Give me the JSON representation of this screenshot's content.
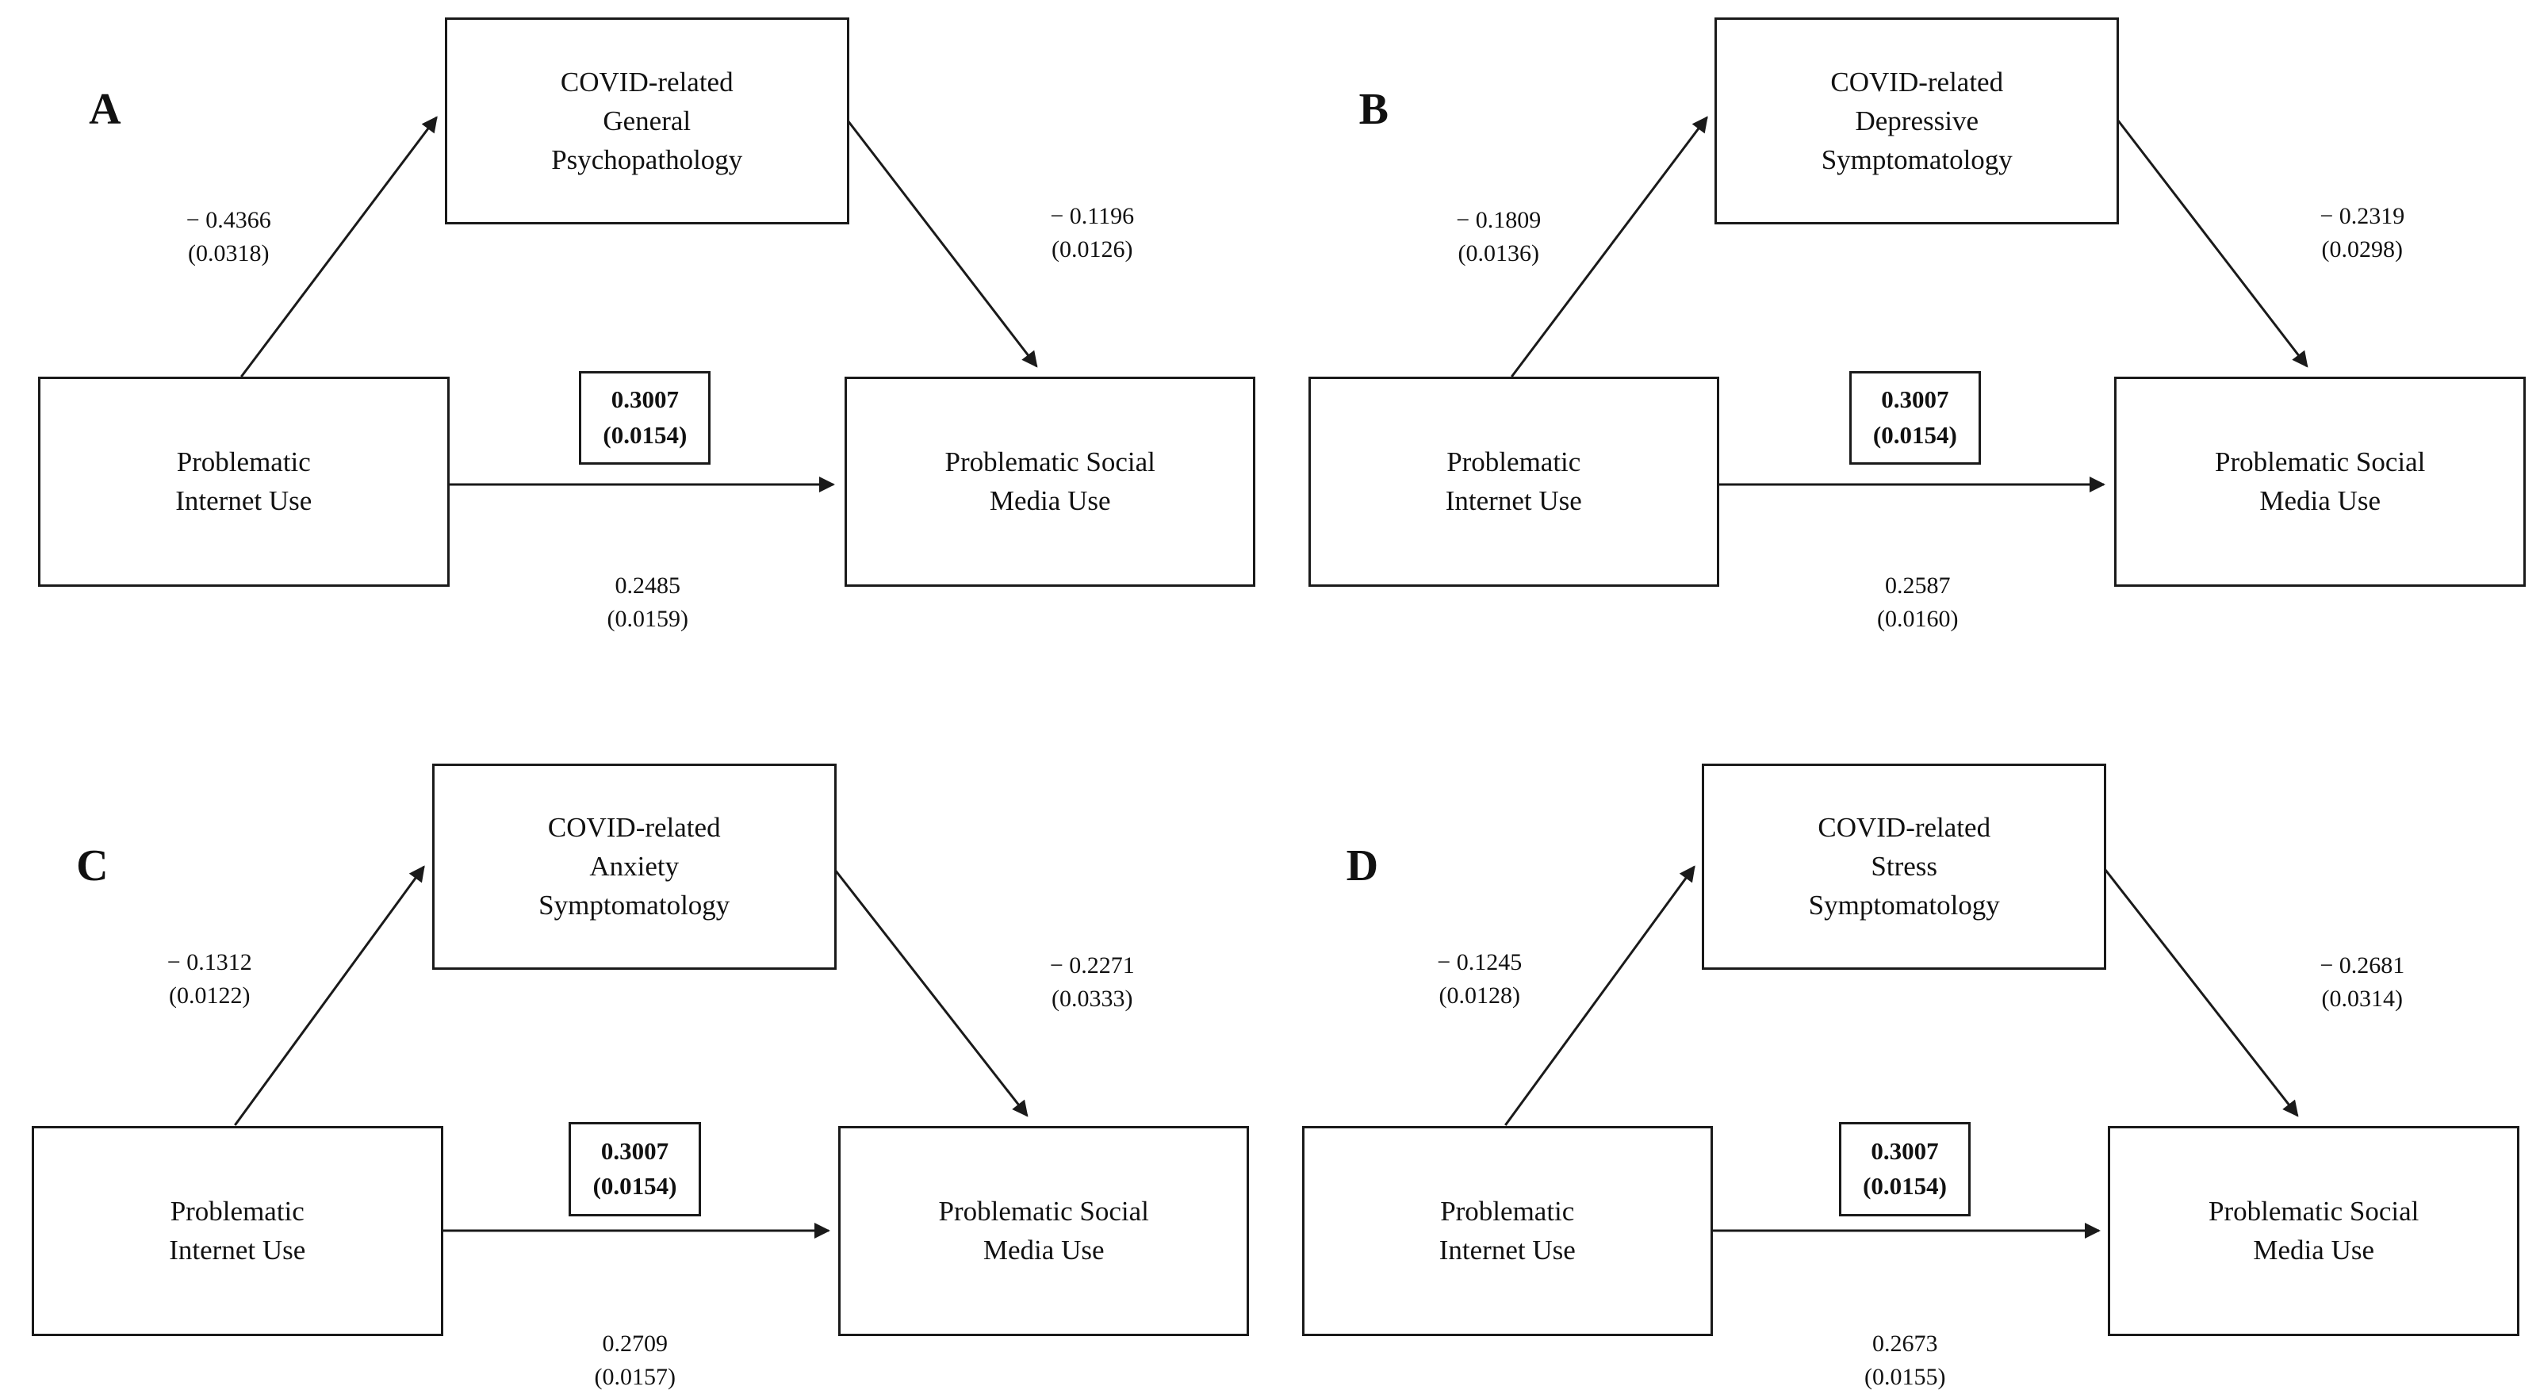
{
  "figure": {
    "background_color": "#ffffff",
    "text_color": "#111111",
    "line_color": "#1a1a1a",
    "description_panels_count": "4"
  },
  "panels": [
    {
      "label": "A",
      "predictor": "Problematic\nInternet Use",
      "mediator": "COVID-related\nGeneral\nPsychopathology",
      "outcome": "Problematic Social\nMedia Use",
      "path_a": {
        "estimate": "− 0.4366",
        "se": "(0.0318)"
      },
      "path_b": {
        "estimate": "− 0.1196",
        "se": "(0.0126)"
      },
      "direct_effect": {
        "estimate": "0.3007",
        "se": "(0.0154)"
      },
      "total_effect": {
        "estimate": "0.2485",
        "se": "(0.0159)"
      }
    },
    {
      "label": "B",
      "predictor": "Problematic\nInternet Use",
      "mediator": "COVID-related\nDepressive\nSymptomatology",
      "outcome": "Problematic Social\nMedia Use",
      "path_a": {
        "estimate": "− 0.1809",
        "se": "(0.0136)"
      },
      "path_b": {
        "estimate": "− 0.2319",
        "se": "(0.0298)"
      },
      "direct_effect": {
        "estimate": "0.3007",
        "se": "(0.0154)"
      },
      "total_effect": {
        "estimate": "0.2587",
        "se": "(0.0160)"
      }
    },
    {
      "label": "C",
      "predictor": "Problematic\nInternet Use",
      "mediator": "COVID-related\nAnxiety\nSymptomatology",
      "outcome": "Problematic Social\nMedia Use",
      "path_a": {
        "estimate": "− 0.1312",
        "se": "(0.0122)"
      },
      "path_b": {
        "estimate": "− 0.2271",
        "se": "(0.0333)"
      },
      "direct_effect": {
        "estimate": "0.3007",
        "se": "(0.0154)"
      },
      "total_effect": {
        "estimate": "0.2709",
        "se": "(0.0157)"
      }
    },
    {
      "label": "D",
      "predictor": "Problematic\nInternet Use",
      "mediator": "COVID-related\nStress\nSymptomatology",
      "outcome": "Problematic Social\nMedia Use",
      "path_a": {
        "estimate": "− 0.1245",
        "se": "(0.0128)"
      },
      "path_b": {
        "estimate": "− 0.2681",
        "se": "(0.0314)"
      },
      "direct_effect": {
        "estimate": "0.3007",
        "se": "(0.0154)"
      },
      "total_effect": {
        "estimate": "0.2673",
        "se": "(0.0155)"
      }
    }
  ]
}
